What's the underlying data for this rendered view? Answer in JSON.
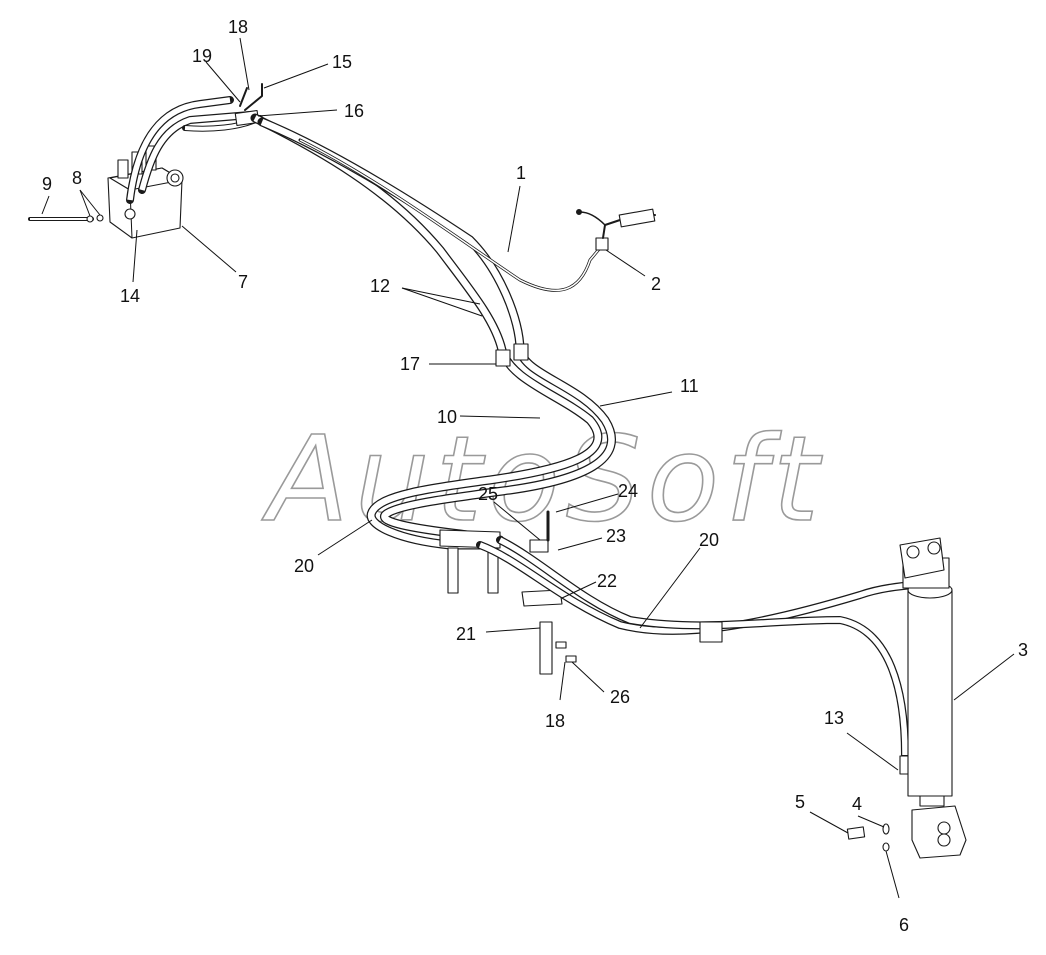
{
  "watermark": "AutoSoft",
  "callouts": [
    {
      "id": "c1",
      "text": "1"
    },
    {
      "id": "c2",
      "text": "2"
    },
    {
      "id": "c3",
      "text": "3"
    },
    {
      "id": "c4",
      "text": "4"
    },
    {
      "id": "c5",
      "text": "5"
    },
    {
      "id": "c6",
      "text": "6"
    },
    {
      "id": "c7",
      "text": "7"
    },
    {
      "id": "c8",
      "text": "8"
    },
    {
      "id": "c9",
      "text": "9"
    },
    {
      "id": "c10",
      "text": "10"
    },
    {
      "id": "c11",
      "text": "11"
    },
    {
      "id": "c12",
      "text": "12"
    },
    {
      "id": "c13",
      "text": "13"
    },
    {
      "id": "c14",
      "text": "14"
    },
    {
      "id": "c15",
      "text": "15"
    },
    {
      "id": "c16",
      "text": "16"
    },
    {
      "id": "c17",
      "text": "17"
    },
    {
      "id": "c18a",
      "text": "18"
    },
    {
      "id": "c18b",
      "text": "18"
    },
    {
      "id": "c19",
      "text": "19"
    },
    {
      "id": "c20a",
      "text": "20"
    },
    {
      "id": "c20b",
      "text": "20"
    },
    {
      "id": "c21",
      "text": "21"
    },
    {
      "id": "c22",
      "text": "22"
    },
    {
      "id": "c23",
      "text": "23"
    },
    {
      "id": "c24",
      "text": "24"
    },
    {
      "id": "c25",
      "text": "25"
    },
    {
      "id": "c26",
      "text": "26"
    }
  ]
}
